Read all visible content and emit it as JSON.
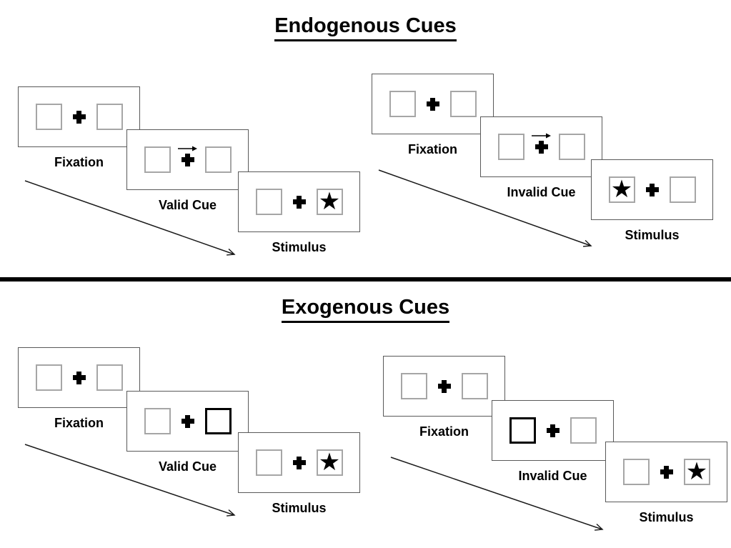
{
  "sections": [
    {
      "title": "Endogenous Cues",
      "groups": [
        {
          "name": "valid",
          "panels": [
            {
              "label": "Fixation",
              "left": "empty",
              "center": "plus",
              "right": "empty"
            },
            {
              "label": "Valid Cue",
              "left": "empty",
              "center": "plus-arrow",
              "right": "empty"
            },
            {
              "label": "Stimulus",
              "left": "empty",
              "center": "plus",
              "right": "star"
            }
          ]
        },
        {
          "name": "invalid",
          "panels": [
            {
              "label": "Fixation",
              "left": "empty",
              "center": "plus",
              "right": "empty"
            },
            {
              "label": "Invalid Cue",
              "left": "empty",
              "center": "plus-arrow",
              "right": "empty"
            },
            {
              "label": "Stimulus",
              "left": "star",
              "center": "plus",
              "right": "empty"
            }
          ]
        }
      ]
    },
    {
      "title": "Exogenous Cues",
      "groups": [
        {
          "name": "valid",
          "panels": [
            {
              "label": "Fixation",
              "left": "empty",
              "center": "plus",
              "right": "empty"
            },
            {
              "label": "Valid Cue",
              "left": "empty",
              "center": "plus",
              "right": "bold"
            },
            {
              "label": "Stimulus",
              "left": "empty",
              "center": "plus",
              "right": "star"
            }
          ]
        },
        {
          "name": "invalid",
          "panels": [
            {
              "label": "Fixation",
              "left": "empty",
              "center": "plus",
              "right": "empty"
            },
            {
              "label": "Invalid Cue",
              "left": "bold",
              "center": "plus",
              "right": "empty"
            },
            {
              "label": "Stimulus",
              "left": "empty",
              "center": "plus",
              "right": "star"
            }
          ]
        }
      ]
    }
  ],
  "icons": {
    "fixation_cross": "plus-icon",
    "cue_direction": "right-arrow-icon",
    "stimulus": "star-icon",
    "sequence": "diagonal-arrow-icon"
  },
  "colors": {
    "background": "#ffffff",
    "panel_border": "#595959",
    "box_border": "#a6a6a6",
    "cue_box_border": "#000000",
    "divider": "#000000",
    "text": "#000000"
  }
}
